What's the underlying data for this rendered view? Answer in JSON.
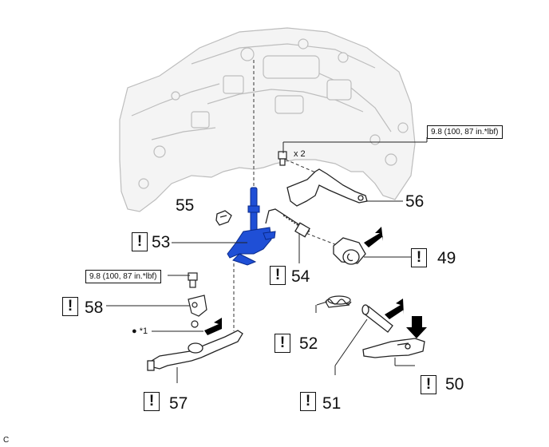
{
  "labels": {
    "p49": "49",
    "p50": "50",
    "p51": "51",
    "p52": "52",
    "p53": "53",
    "p54": "54",
    "p55": "55",
    "p56": "56",
    "p57": "57",
    "p58": "58"
  },
  "warn_mark": "!",
  "torque": {
    "t56": "9.8 (100, 87 in.*lbf)",
    "t58": "9.8 (100, 87 in.*lbf)"
  },
  "qty": "x 2",
  "note_mark": "● *1",
  "corner_code": "C",
  "colors": {
    "highlight": "#1f4fd6",
    "outline": "#222222",
    "housing": "#c8c8c8"
  }
}
